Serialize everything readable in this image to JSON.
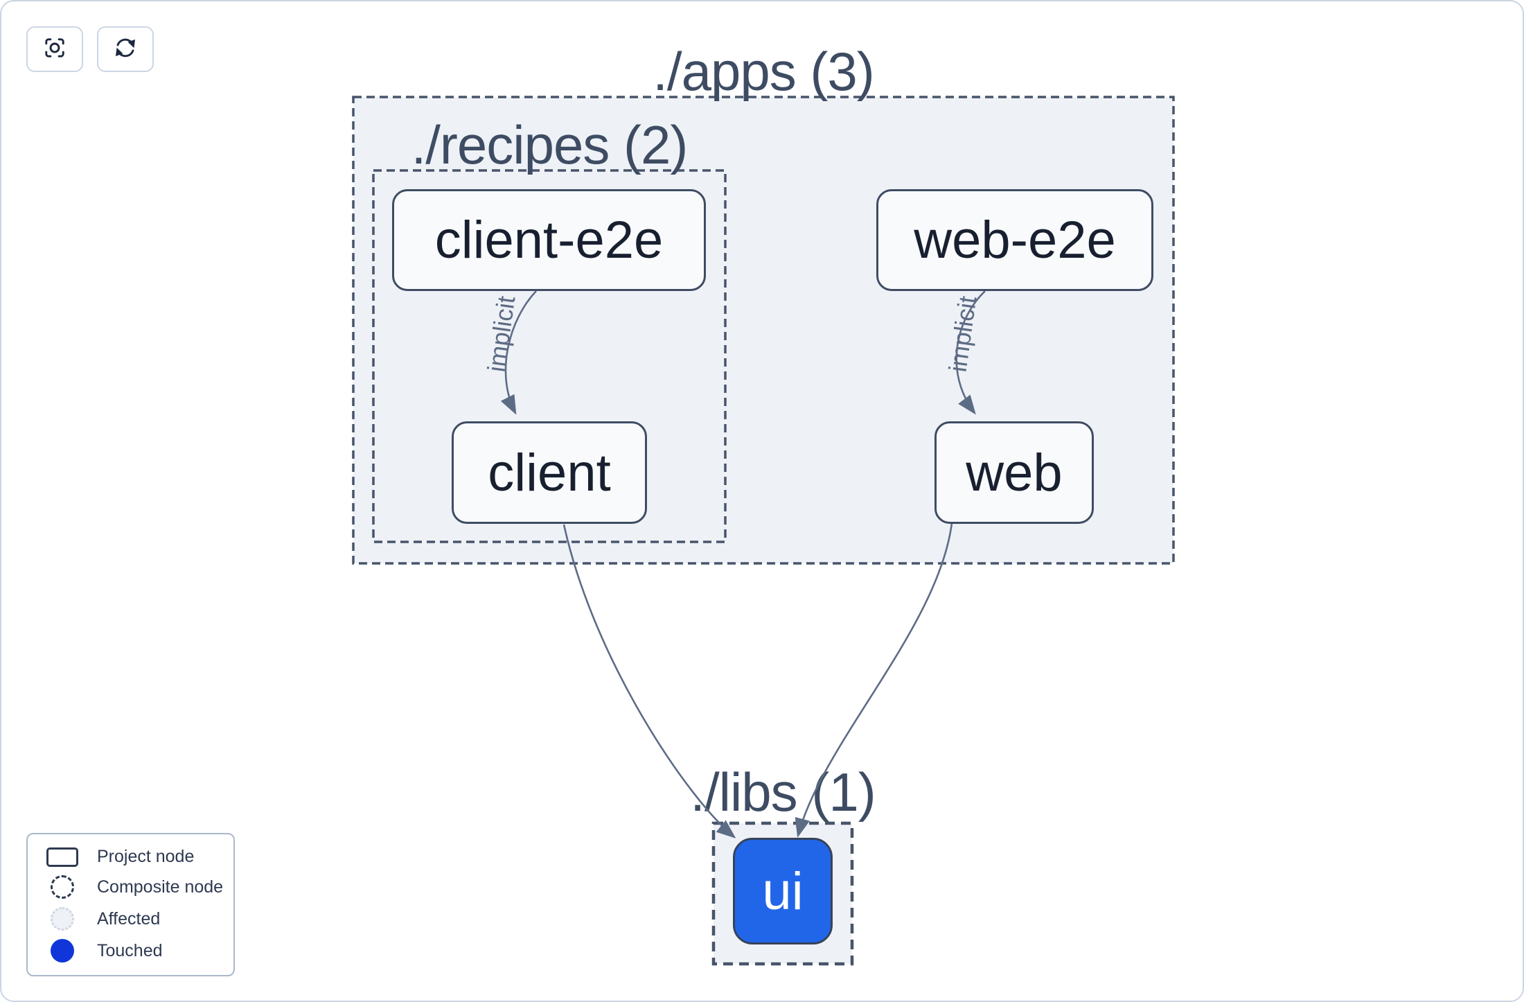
{
  "toolbar": {
    "buttons": [
      {
        "name": "center-graph",
        "icon": "focus-icon"
      },
      {
        "name": "refresh-graph",
        "icon": "refresh-icon"
      }
    ]
  },
  "graph": {
    "groups": [
      {
        "id": "apps",
        "label": "./apps (3)"
      },
      {
        "id": "recipes",
        "label": "./recipes (2)"
      },
      {
        "id": "libs",
        "label": "./libs (1)"
      }
    ],
    "nodes": [
      {
        "id": "client-e2e",
        "label": "client-e2e",
        "state": "default"
      },
      {
        "id": "web-e2e",
        "label": "web-e2e",
        "state": "default"
      },
      {
        "id": "client",
        "label": "client",
        "state": "default"
      },
      {
        "id": "web",
        "label": "web",
        "state": "default"
      },
      {
        "id": "ui",
        "label": "ui",
        "state": "touched"
      }
    ],
    "edges": [
      {
        "from": "client-e2e",
        "to": "client",
        "label": "implicit"
      },
      {
        "from": "web-e2e",
        "to": "web",
        "label": "implicit"
      },
      {
        "from": "client",
        "to": "ui",
        "label": ""
      },
      {
        "from": "web",
        "to": "ui",
        "label": ""
      }
    ]
  },
  "legend": {
    "items": [
      {
        "swatch": "project-node",
        "label": "Project node"
      },
      {
        "swatch": "composite-node",
        "label": "Composite node"
      },
      {
        "swatch": "affected",
        "label": "Affected"
      },
      {
        "swatch": "touched",
        "label": "Touched"
      }
    ]
  },
  "colors": {
    "touched_node_fill": "#2166e9",
    "touched_legend_dot": "#1036d9",
    "edge_stroke": "#5d6c85",
    "group_fill": "#eef1f6",
    "dashed_border": "#475569",
    "node_border": "#3f4c63",
    "node_fill": "#f9fafc",
    "group_label_text": "#3e4c63",
    "node_text": "#182030",
    "frame_border": "#cbd5e1"
  }
}
